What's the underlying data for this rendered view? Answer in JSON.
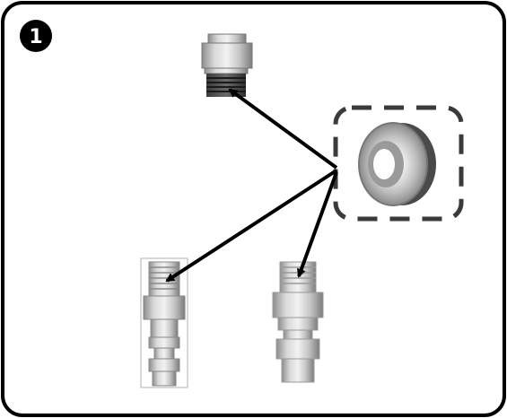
{
  "step": {
    "number": "1",
    "badge_color": "#000000"
  },
  "frame": {
    "border_color": "#000000",
    "background": "#ffffff"
  },
  "callout": {
    "border_color": "#3a3a3a",
    "style": "dashed"
  },
  "parts": [
    {
      "name": "thread-sealant-tape-roll",
      "role": "source"
    },
    {
      "name": "female-threaded-fitting",
      "role": "target"
    },
    {
      "name": "industrial-plug-fitting",
      "role": "target"
    },
    {
      "name": "automotive-plug-fitting",
      "role": "target"
    }
  ],
  "arrows": {
    "color": "#000000",
    "count": 3
  }
}
